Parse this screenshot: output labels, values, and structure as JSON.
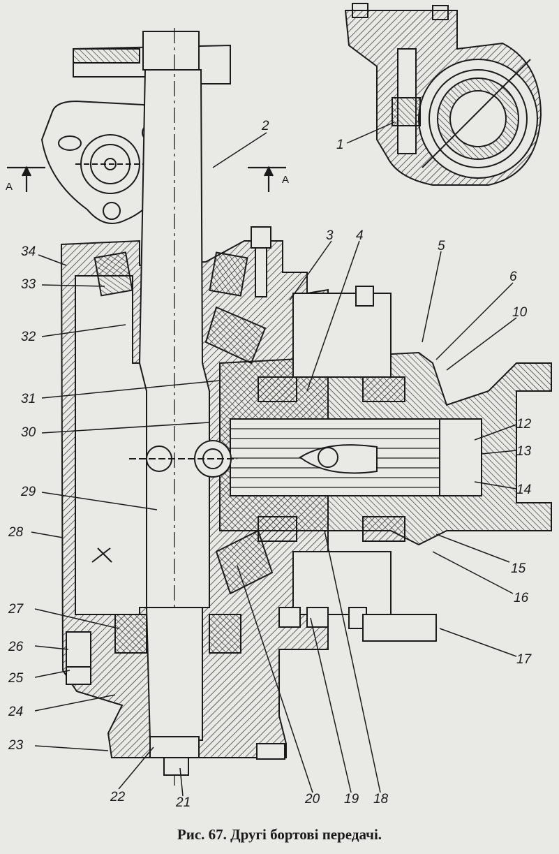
{
  "figure": {
    "caption": "Рис. 67. Другі бортові передачі.",
    "section_letter": "А",
    "labels": [
      "1",
      "2",
      "3",
      "4",
      "5",
      "6",
      "10",
      "12",
      "13",
      "14",
      "15",
      "16",
      "17",
      "18",
      "19",
      "20",
      "21",
      "22",
      "23",
      "24",
      "25",
      "26",
      "27",
      "28",
      "29",
      "30",
      "31",
      "32",
      "33",
      "34"
    ]
  },
  "colors": {
    "ink": "#1a1a1a",
    "paper": "#e9e9e6"
  }
}
